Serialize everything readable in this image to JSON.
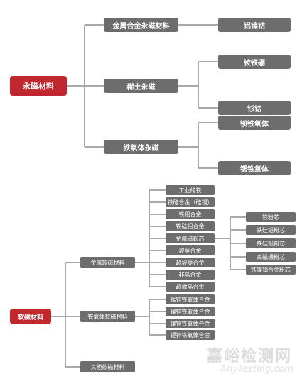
{
  "diagram": {
    "permanent": {
      "root": "永磁材料",
      "alloy": "金属合金永磁材料",
      "alnico": "铝镍钴",
      "rare_earth": "稀土永磁",
      "ndfeb": "钕铁硼",
      "smco": "钐钴",
      "ferrite": "铁氧体永磁",
      "ba_ferrite": "钡铁氧体",
      "sr_ferrite": "锶铁氧体"
    },
    "soft": {
      "root": "软磁材料",
      "metal": "金属软磁材料",
      "metal_items": [
        "工业纯铁",
        "铁硅合金（硅钢）",
        "铁铝合金",
        "铁硅铝合金",
        "金属磁粉芯",
        "坡莫合金",
        "超坡莫合金",
        "非晶合金",
        "超微晶合金"
      ],
      "powder_cores": [
        "铁粉芯",
        "铁硅铝粉芯",
        "铁硅铝粉芯",
        "高磁通粉芯",
        "铁镍钼合金粉芯"
      ],
      "ferrite": "铁氧体软磁材料",
      "ferrite_items": [
        "锰锌铁氧体合金",
        "镍锌铁氧体合金",
        "镁锌铁氧体合金",
        "锂锌铁氧体合金"
      ],
      "other": "其他软磁材料"
    }
  },
  "watermark": {
    "cn": "嘉峪检测网",
    "en": "AnyTesting.com"
  },
  "colors": {
    "root": "#c0282d",
    "node": "#6d6d6d",
    "line": "#a9a9a9"
  }
}
